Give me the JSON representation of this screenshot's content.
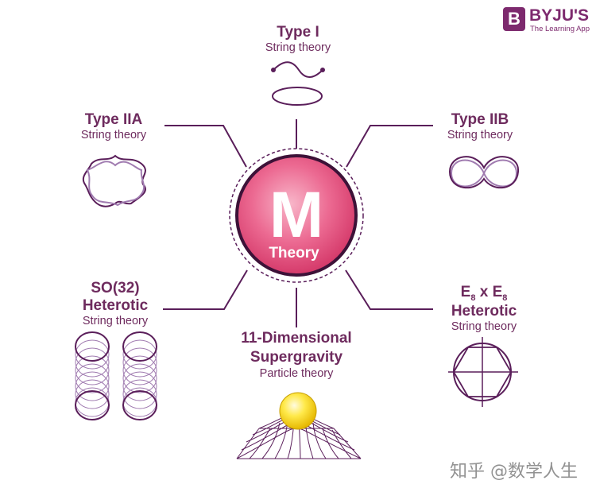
{
  "brand": {
    "logo_letter": "B",
    "name": "BYJU'S",
    "tagline": "The Learning App"
  },
  "center": {
    "letter": "M",
    "label": "Theory"
  },
  "nodes": {
    "type1": {
      "title": "Type I",
      "subtitle": "String theory"
    },
    "type2a": {
      "title": "Type IIA",
      "subtitle": "String theory"
    },
    "type2b": {
      "title": "Type IIB",
      "subtitle": "String theory"
    },
    "so32": {
      "title_line1": "SO(32)",
      "title_line2": "Heterotic",
      "subtitle": "String theory"
    },
    "e8": {
      "title_e1": "E",
      "sub1": "8",
      "x": " x ",
      "title_e2": "E",
      "sub2": "8",
      "title_line2": "Heterotic",
      "subtitle": "String theory"
    },
    "sugra": {
      "title_line1": "11-Dimensional",
      "title_line2": "Supergravity",
      "subtitle": "Particle theory"
    }
  },
  "watermark": "知乎 @数学人生",
  "colors": {
    "brand": "#7d2a6e",
    "title": "#6e2b5e",
    "line": "#5a1e5a",
    "sphere": "#e8507e",
    "ball": "#f5d400"
  }
}
